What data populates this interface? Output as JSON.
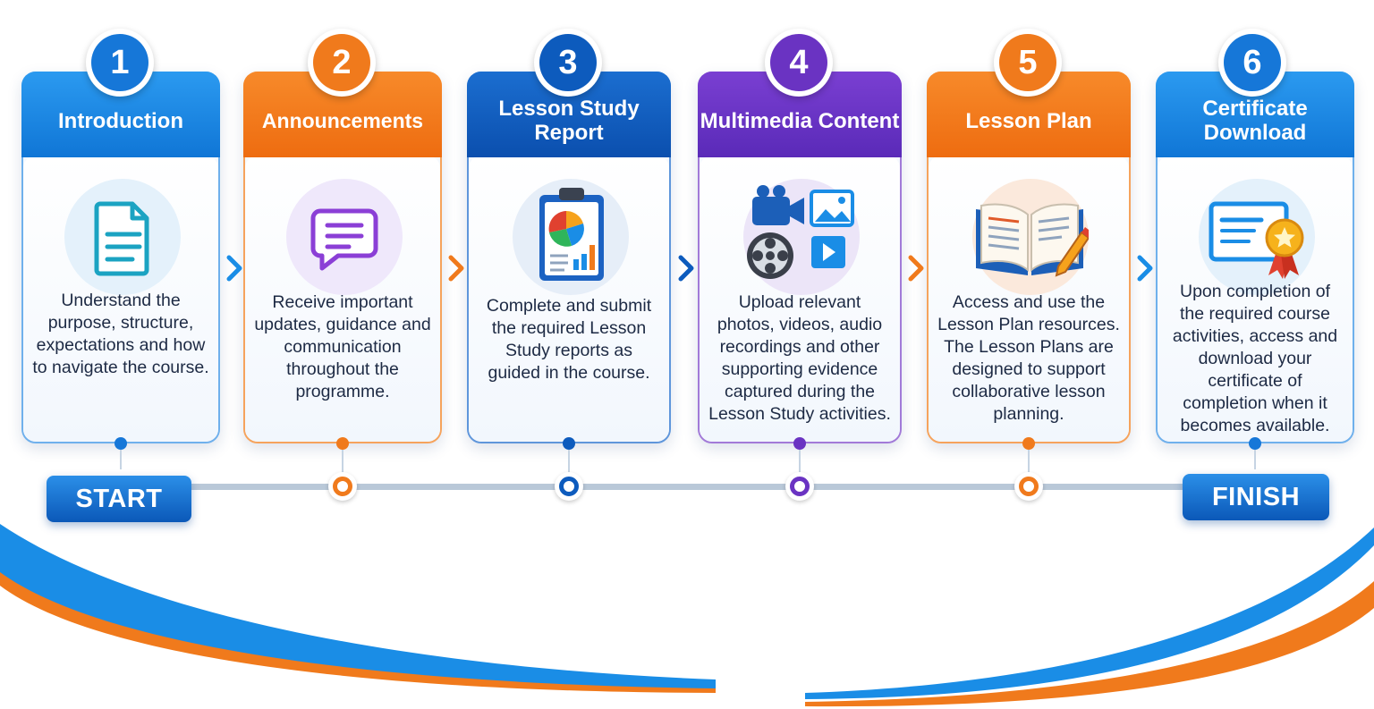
{
  "timeline": {
    "start_label": "START",
    "finish_label": "FINISH"
  },
  "steps": [
    {
      "number": "1",
      "title": "Introduction",
      "description": "Understand the purpose, structure, expectations and how to navigate the course.",
      "icon": "document-icon",
      "color": "#1788e0"
    },
    {
      "number": "2",
      "title": "Announcements",
      "description": "Receive important updates, guidance and communication throughout the programme.",
      "icon": "chat-bubble-icon",
      "color": "#f07a1c"
    },
    {
      "number": "3",
      "title": "Lesson Study Report",
      "description": "Complete and submit the required Lesson Study reports as guided in the course.",
      "icon": "clipboard-chart-icon",
      "color": "#0d5bbd"
    },
    {
      "number": "4",
      "title": "Multimedia Content",
      "description": "Upload relevant photos, videos, audio recordings and other supporting evidence captured during the Lesson Study activities.",
      "icon": "multimedia-icon",
      "color": "#6a33c2"
    },
    {
      "number": "5",
      "title": "Lesson Plan",
      "description": "Access and use the Lesson Plan resources. The Lesson Plans are designed to support collaborative lesson planning.",
      "icon": "open-book-pencil-icon",
      "color": "#f07a1c"
    },
    {
      "number": "6",
      "title": "Certificate Download",
      "description": "Upon completion of the required course activities, access and download your certificate of completion when it becomes available.",
      "icon": "certificate-icon",
      "color": "#1677d8"
    }
  ]
}
